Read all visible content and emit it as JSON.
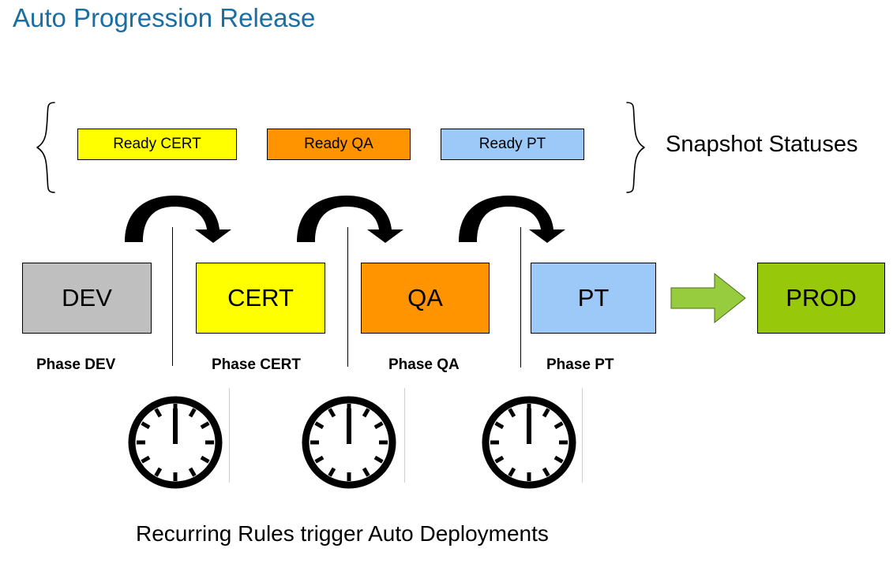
{
  "page": {
    "title": "Auto Progression Release",
    "title_color": "#1b6ea1",
    "background": "#ffffff"
  },
  "snapshot_section": {
    "label": "Snapshot Statuses",
    "left_brace_icon": "curly-brace-left-icon",
    "right_brace_icon": "curly-brace-right-icon",
    "statuses": [
      {
        "label": "Ready CERT",
        "color": "#ffff00"
      },
      {
        "label": "Ready QA",
        "color": "#ff9300"
      },
      {
        "label": "Ready PT",
        "color": "#9dc9f8"
      }
    ]
  },
  "pipeline": {
    "environments": [
      {
        "label": "DEV",
        "color": "#bfbfbf"
      },
      {
        "label": "CERT",
        "color": "#ffff00"
      },
      {
        "label": "QA",
        "color": "#ff9300"
      },
      {
        "label": "PT",
        "color": "#9dc9f8"
      },
      {
        "label": "PROD",
        "color": "#97c90a"
      }
    ],
    "promotion_arrow_icon": "curved-arrow-right-icon",
    "promotion_arrow_count": 3,
    "prod_arrow_icon": "block-arrow-right-icon",
    "prod_arrow_color": "#97cc3e"
  },
  "phases": [
    {
      "label": "Phase DEV"
    },
    {
      "label": "Phase CERT"
    },
    {
      "label": "Phase QA"
    },
    {
      "label": "Phase PT"
    }
  ],
  "schedule": {
    "clock_icon": "clock-icon",
    "clock_count": 3,
    "clock_time": "12:00",
    "caption": "Recurring Rules trigger Auto Deployments"
  }
}
